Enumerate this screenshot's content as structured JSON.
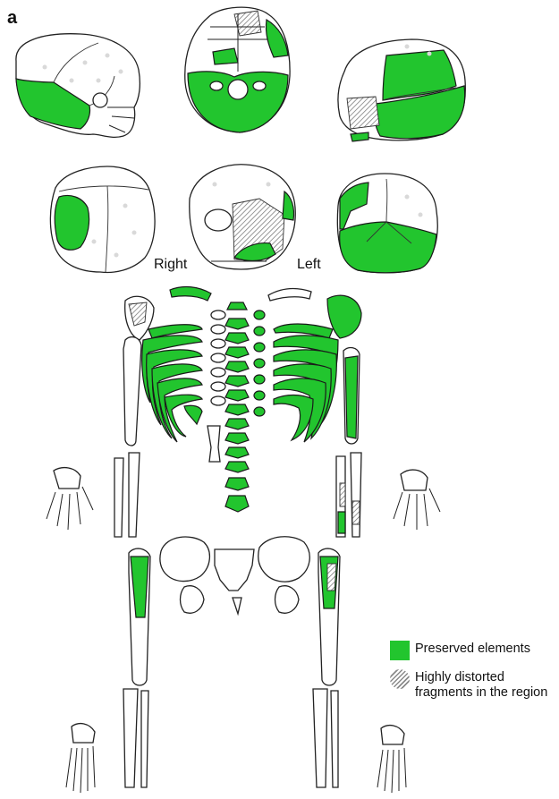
{
  "figure": {
    "panel_label": "a",
    "side_labels": {
      "right": "Right",
      "left": "Left"
    },
    "legend": [
      {
        "label": "Preserved elements",
        "key": "preserved"
      },
      {
        "label": "Highly distorted fragments in the region",
        "key": "distorted"
      }
    ],
    "colors": {
      "preserved": "#22c52e",
      "outline": "#222222",
      "hatch": "#8a8a8a",
      "background": "#ffffff"
    }
  }
}
